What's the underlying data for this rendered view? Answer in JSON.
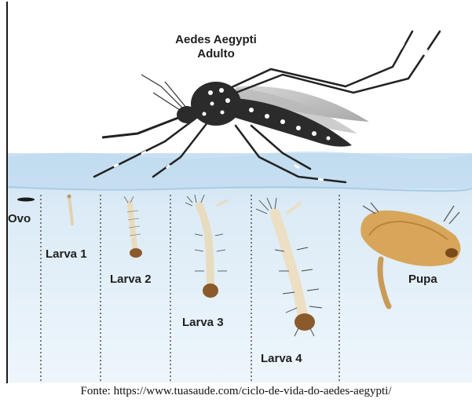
{
  "title": {
    "line1": "Aedes Aegypti",
    "line2": "Adulto"
  },
  "stages": [
    {
      "id": "ovo",
      "label": "Ovo"
    },
    {
      "id": "larva1",
      "label": "Larva 1"
    },
    {
      "id": "larva2",
      "label": "Larva 2"
    },
    {
      "id": "larva3",
      "label": "Larva 3"
    },
    {
      "id": "larva4",
      "label": "Larva 4"
    },
    {
      "id": "pupa",
      "label": "Pupa"
    }
  ],
  "caption": "Fonte: https://www.tuasaude.com/ciclo-de-vida-do-aedes-aegypti/",
  "colors": {
    "water_top": "#cfe4f3",
    "water_bottom": "#eaf4fb",
    "mosquito_body": "#2b2b2b",
    "mosquito_spots": "#ffffff",
    "larva_body": "#e8dcc0",
    "larva_head": "#8a5a2b",
    "pupa_body": "#d8a65a"
  }
}
